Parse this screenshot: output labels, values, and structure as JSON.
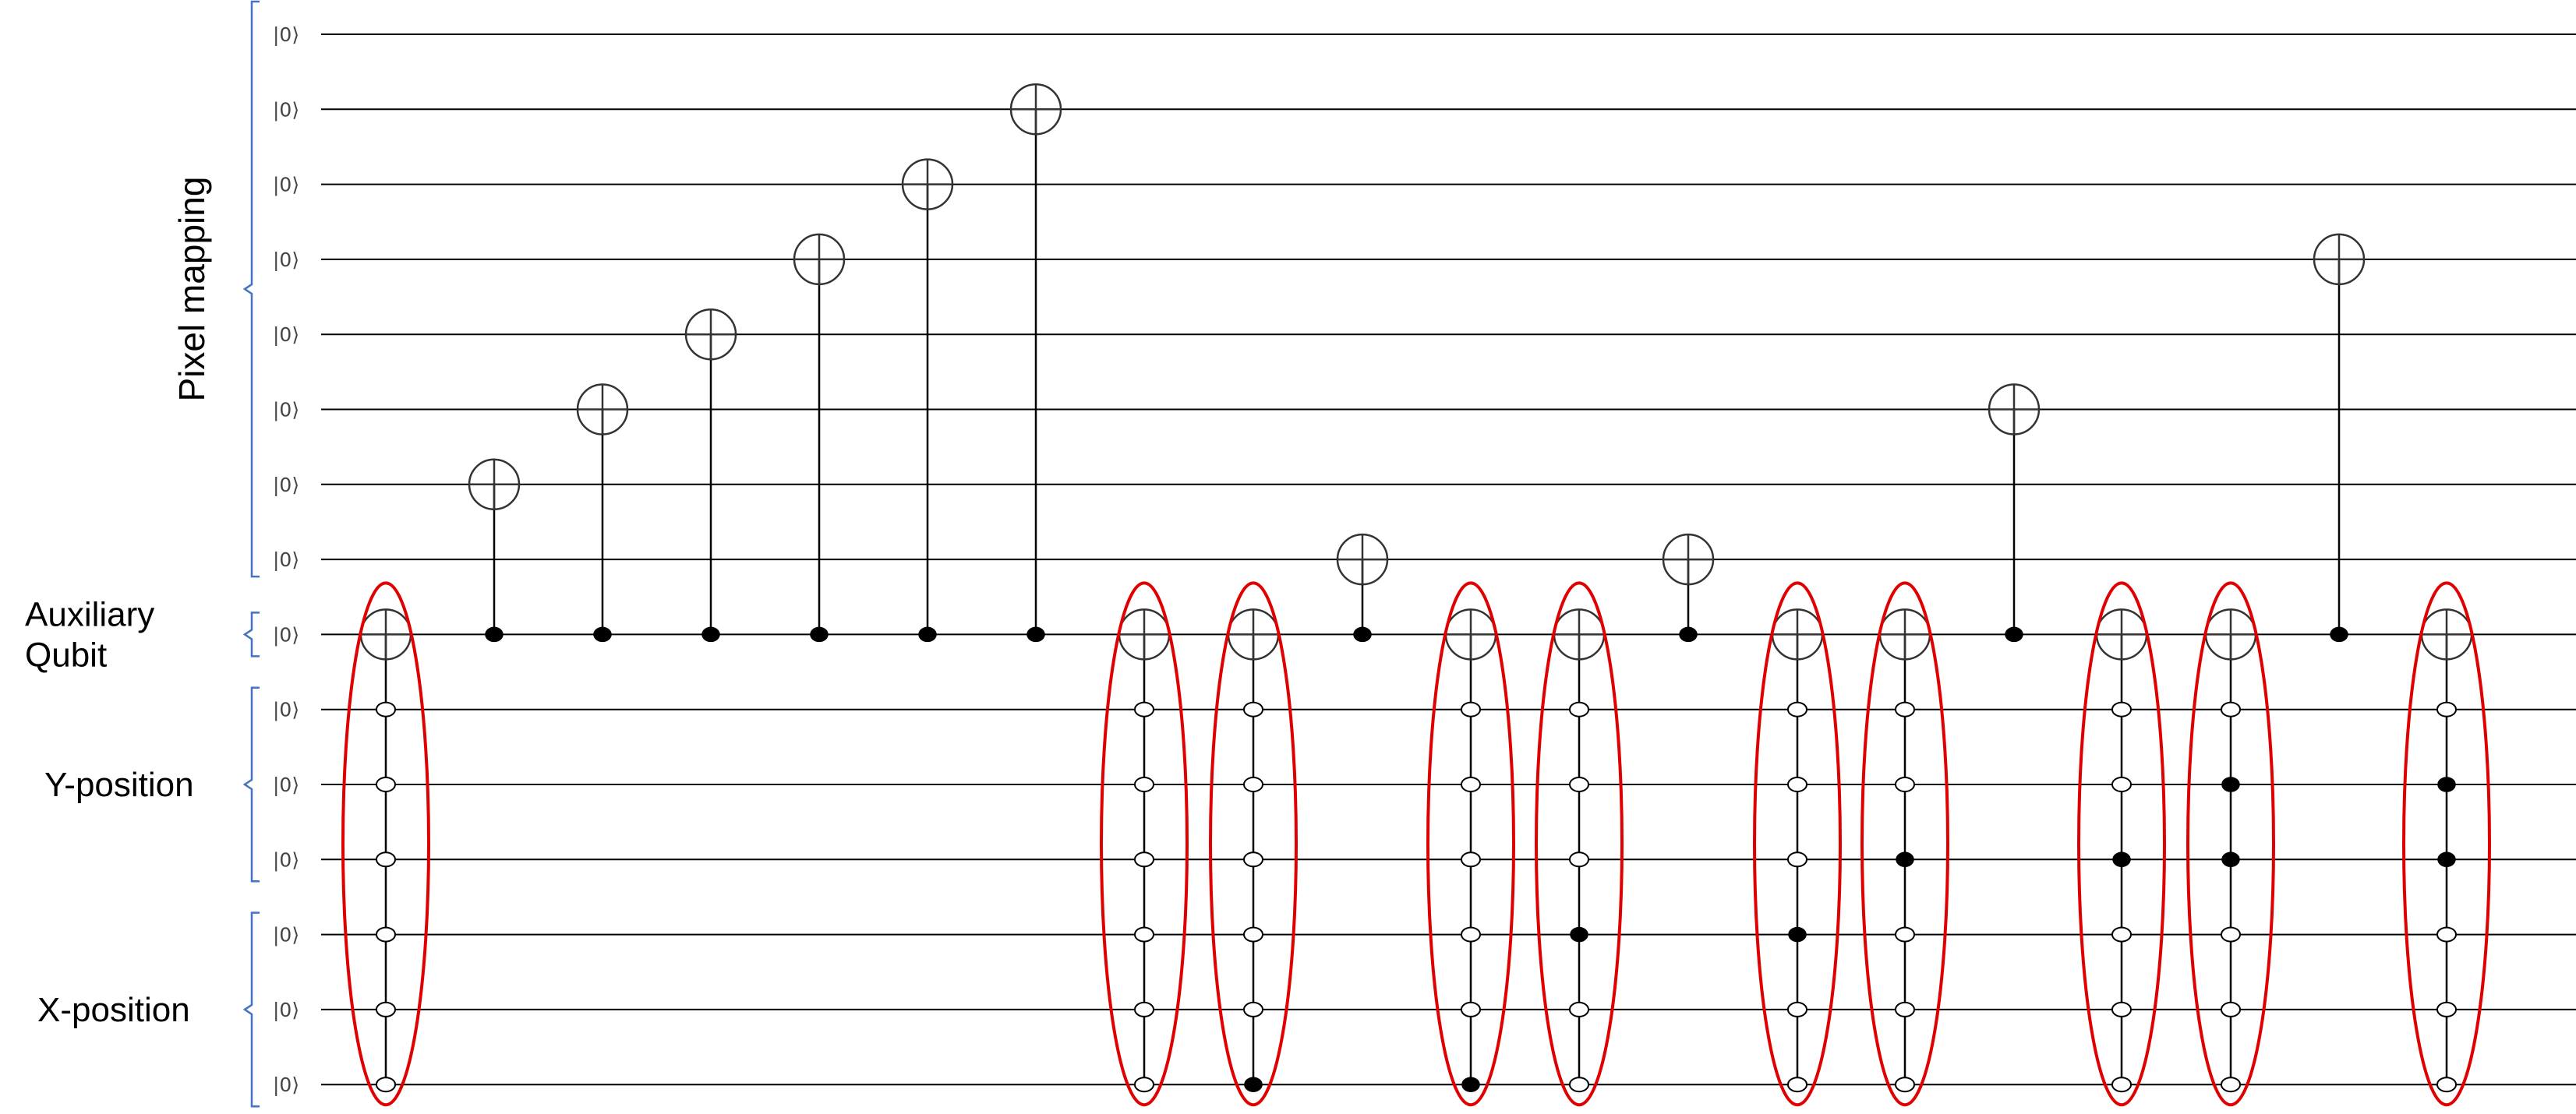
{
  "qubit_label": "|0⟩",
  "groups": [
    {
      "id": "pixel",
      "label_lines": [
        "Pixel mapping"
      ],
      "first_qubit": 0,
      "last_qubit": 7
    },
    {
      "id": "aux",
      "label_lines": [
        "Auxiliary",
        "Qubit"
      ],
      "first_qubit": 8,
      "last_qubit": 8
    },
    {
      "id": "y",
      "label_lines": [
        "Y-position"
      ],
      "first_qubit": 9,
      "last_qubit": 11
    },
    {
      "id": "x",
      "label_lines": [
        "X-position"
      ],
      "first_qubit": 12,
      "last_qubit": 14
    }
  ],
  "qubit_count": 15,
  "gates": [
    {
      "target": 8,
      "controls": {
        "9": "open",
        "10": "open",
        "11": "open",
        "12": "open",
        "13": "open",
        "14": "open"
      },
      "highlight": true
    },
    {
      "target": 6,
      "controls": {
        "8": "filled"
      },
      "highlight": false
    },
    {
      "target": 5,
      "controls": {
        "8": "filled"
      },
      "highlight": false
    },
    {
      "target": 4,
      "controls": {
        "8": "filled"
      },
      "highlight": false
    },
    {
      "target": 3,
      "controls": {
        "8": "filled"
      },
      "highlight": false
    },
    {
      "target": 2,
      "controls": {
        "8": "filled"
      },
      "highlight": false
    },
    {
      "target": 1,
      "controls": {
        "8": "filled"
      },
      "highlight": false
    },
    {
      "target": 8,
      "controls": {
        "9": "open",
        "10": "open",
        "11": "open",
        "12": "open",
        "13": "open",
        "14": "open"
      },
      "highlight": true
    },
    {
      "target": 8,
      "controls": {
        "9": "open",
        "10": "open",
        "11": "open",
        "12": "open",
        "13": "open",
        "14": "filled"
      },
      "highlight": true
    },
    {
      "target": 7,
      "controls": {
        "8": "filled"
      },
      "highlight": false
    },
    {
      "target": 8,
      "controls": {
        "9": "open",
        "10": "open",
        "11": "open",
        "12": "open",
        "13": "open",
        "14": "filled"
      },
      "highlight": true
    },
    {
      "target": 8,
      "controls": {
        "9": "open",
        "10": "open",
        "11": "open",
        "12": "filled",
        "13": "open",
        "14": "open"
      },
      "highlight": true
    },
    {
      "target": 7,
      "controls": {
        "8": "filled"
      },
      "highlight": false
    },
    {
      "target": 8,
      "controls": {
        "9": "open",
        "10": "open",
        "11": "open",
        "12": "filled",
        "13": "open",
        "14": "open"
      },
      "highlight": true
    },
    {
      "target": 8,
      "controls": {
        "9": "open",
        "10": "open",
        "11": "filled",
        "12": "open",
        "13": "open",
        "14": "open"
      },
      "highlight": true
    },
    {
      "target": 5,
      "controls": {
        "8": "filled"
      },
      "highlight": false
    },
    {
      "target": 8,
      "controls": {
        "9": "open",
        "10": "open",
        "11": "filled",
        "12": "open",
        "13": "open",
        "14": "open"
      },
      "highlight": true
    },
    {
      "target": 8,
      "controls": {
        "9": "open",
        "10": "filled",
        "11": "filled",
        "12": "open",
        "13": "open",
        "14": "open"
      },
      "highlight": true
    },
    {
      "target": 3,
      "controls": {
        "8": "filled"
      },
      "highlight": false
    },
    {
      "target": 8,
      "controls": {
        "9": "open",
        "10": "filled",
        "11": "filled",
        "12": "open",
        "13": "open",
        "14": "open"
      },
      "highlight": true
    }
  ],
  "colors": {
    "wire": "#000000",
    "bracket": "#4472c4",
    "highlight": "#e00000",
    "ket_text": "#444444"
  }
}
